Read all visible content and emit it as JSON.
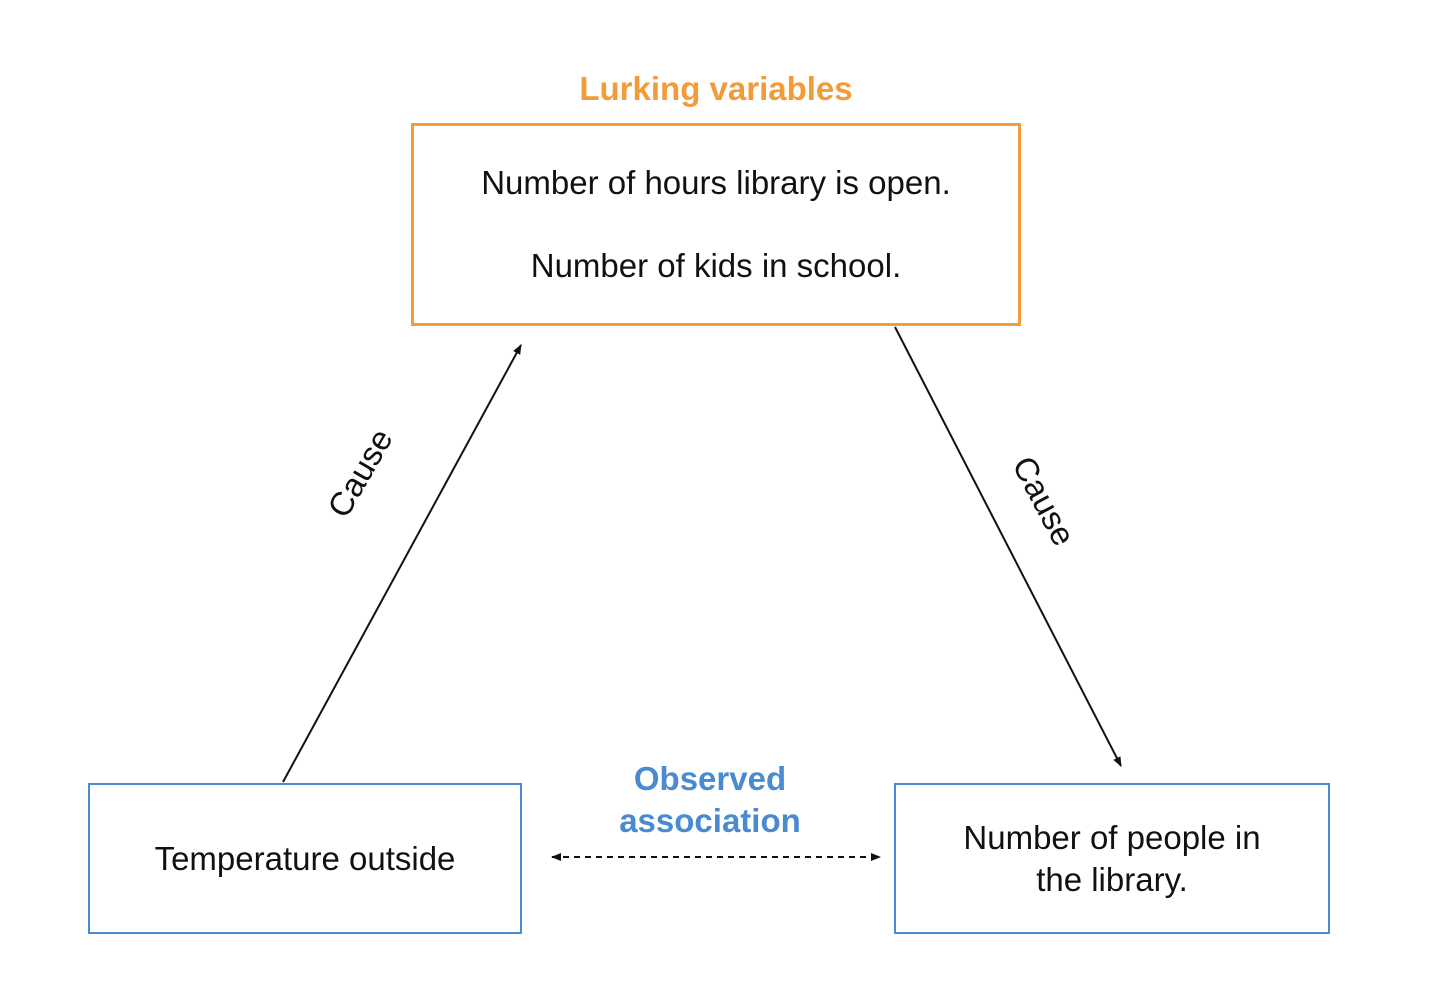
{
  "lurking": {
    "heading": "Lurking variables",
    "items": [
      "Number of hours library is open.",
      "Number of kids in school."
    ]
  },
  "temperature": {
    "label": "Temperature outside"
  },
  "people": {
    "label": "Number of people in the library."
  },
  "observed": {
    "label": "Observed association"
  },
  "edges": {
    "left_cause": "Cause",
    "right_cause": "Cause"
  },
  "colors": {
    "lurking": "#f29b38",
    "observed": "#4a8ad0",
    "line": "#111111"
  }
}
